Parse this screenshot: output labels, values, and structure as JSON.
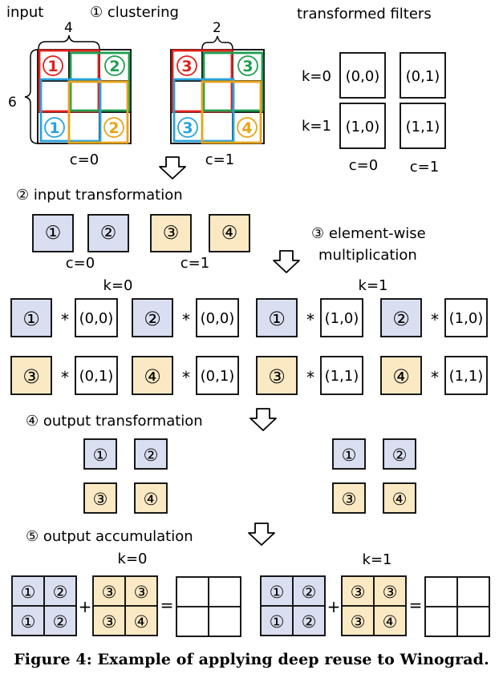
{
  "colors": {
    "blue_fill": "#d9dff0",
    "yellow_fill": "#fbe9c4",
    "red": "#e0201b",
    "green": "#1e9e50",
    "cyan": "#29a3dc",
    "orange": "#e8a317",
    "stroke": "#000000"
  },
  "clustering": {
    "input_label": "input",
    "title": "① clustering",
    "width_label": "4",
    "height_label": "6",
    "stride_label": "2",
    "channel_labels": [
      "c=0",
      "c=1"
    ],
    "cluster_ids": [
      "1",
      "2",
      "1",
      "2",
      "3",
      "3",
      "3",
      "4"
    ]
  },
  "filters": {
    "title": "transformed filters",
    "row_labels": [
      "k=0",
      "k=1"
    ],
    "cells": [
      "(0,0)",
      "(0,1)",
      "(1,0)",
      "(1,1)"
    ],
    "col_labels": [
      "c=0",
      "c=1"
    ]
  },
  "input_transformation": {
    "title": "② input transformation",
    "tiles": [
      "①",
      "②",
      "③",
      "④"
    ],
    "channel_labels": [
      "c=0",
      "c=1"
    ]
  },
  "elementwise": {
    "title_line1": "③ element-wise",
    "title_line2": "multiplication",
    "k_labels": [
      "k=0",
      "k=1"
    ],
    "operator": "*",
    "products": [
      {
        "tile": "①",
        "filter": "(0,0)"
      },
      {
        "tile": "②",
        "filter": "(0,0)"
      },
      {
        "tile": "①",
        "filter": "(1,0)"
      },
      {
        "tile": "②",
        "filter": "(1,0)"
      },
      {
        "tile": "③",
        "filter": "(0,1)"
      },
      {
        "tile": "④",
        "filter": "(0,1)"
      },
      {
        "tile": "③",
        "filter": "(1,1)"
      },
      {
        "tile": "④",
        "filter": "(1,1)"
      }
    ]
  },
  "output_transformation": {
    "title": "④ output transformation",
    "tiles": [
      "①",
      "②",
      "③",
      "④"
    ]
  },
  "output_accumulation": {
    "title": "⑤ output accumulation",
    "k_labels": [
      "k=0",
      "k=1"
    ],
    "plus": "+",
    "equals": "=",
    "blue_block": [
      "①",
      "②",
      "①",
      "②"
    ],
    "yellow_block": [
      "③",
      "③",
      "③",
      "④"
    ]
  },
  "caption": "Figure 4: Example of applying deep reuse to Winograd."
}
